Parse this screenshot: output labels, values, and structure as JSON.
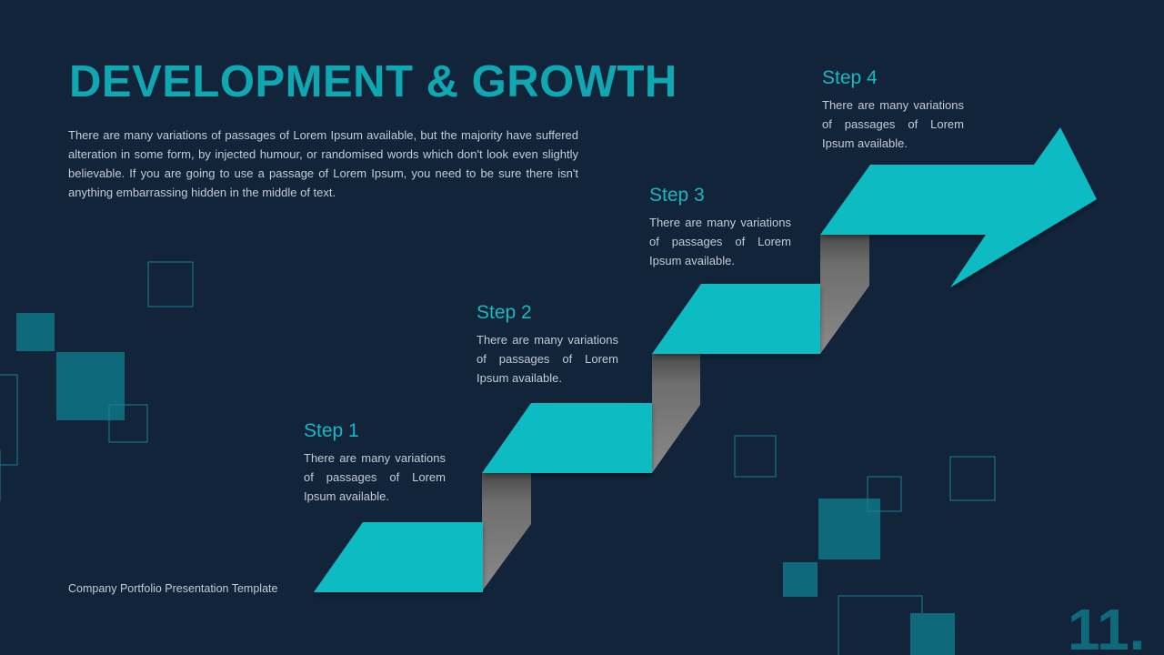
{
  "slide": {
    "title": "DEVELOPMENT & GROWTH",
    "intro": "There are many variations of passages of Lorem Ipsum available, but the majority have suffered alteration in some form, by injected humour, or randomised words which don't look even slightly believable. If you are going to use a passage of Lorem Ipsum, you need to be sure there isn't anything embarrassing hidden in the middle of text.",
    "footer": "Company Portfolio Presentation Template",
    "page_number": "11."
  },
  "steps": [
    {
      "label": "Step 1",
      "text": "There are many variations of passages of Lorem Ipsum available."
    },
    {
      "label": "Step 2",
      "text": "There are many variations of passages of Lorem Ipsum available."
    },
    {
      "label": "Step 3",
      "text": "There are many variations of passages of Lorem Ipsum available."
    },
    {
      "label": "Step 4",
      "text": "There are many variations of passages of Lorem Ipsum available."
    }
  ],
  "colors": {
    "background": "#11243a",
    "accent": "#0fa7b2",
    "step_fill": "#08bcc3",
    "riser_gray": "#7a7a7a",
    "square_teal": "#0e6a7a"
  }
}
